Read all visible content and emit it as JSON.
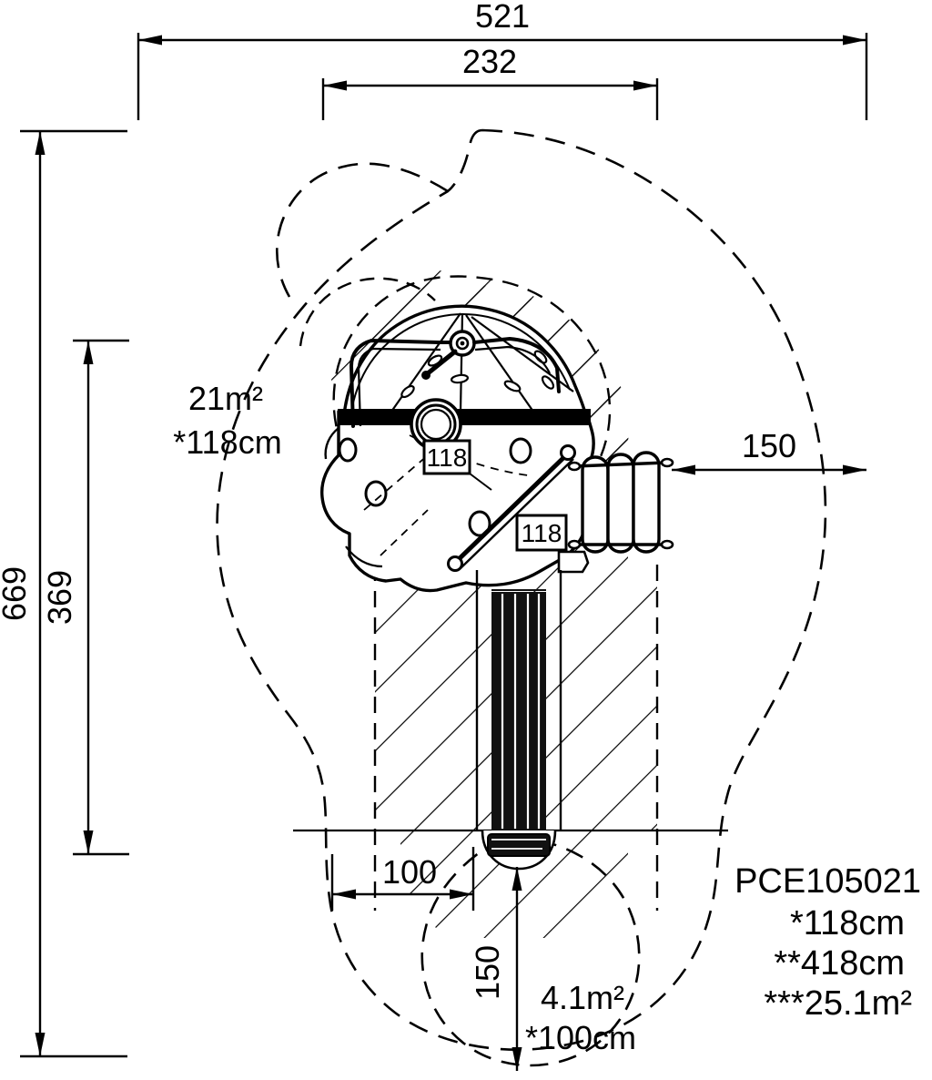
{
  "drawing": {
    "type": "technical-plan-view",
    "product_code": "PCE105021",
    "dimensions_unit": "cm",
    "dimensions": {
      "overall_width": "521",
      "equipment_width": "232",
      "overall_height": "669",
      "equipment_height": "369",
      "right_clearance": "150",
      "bottom_offset": "100",
      "bottom_clearance": "150"
    },
    "labels": {
      "fall_height_marker_1": "118",
      "fall_height_marker_2": "118"
    },
    "zone_upper": {
      "area": "21m²",
      "fall_height": "*118cm"
    },
    "zone_lower": {
      "area": "4.1m²",
      "fall_height": "*100cm"
    },
    "legend": {
      "code": "PCE105021",
      "line1": "*118cm",
      "line2": "**418cm",
      "line3": "***25.1m²"
    }
  },
  "colors": {
    "line": "#000000",
    "background": "#ffffff"
  }
}
